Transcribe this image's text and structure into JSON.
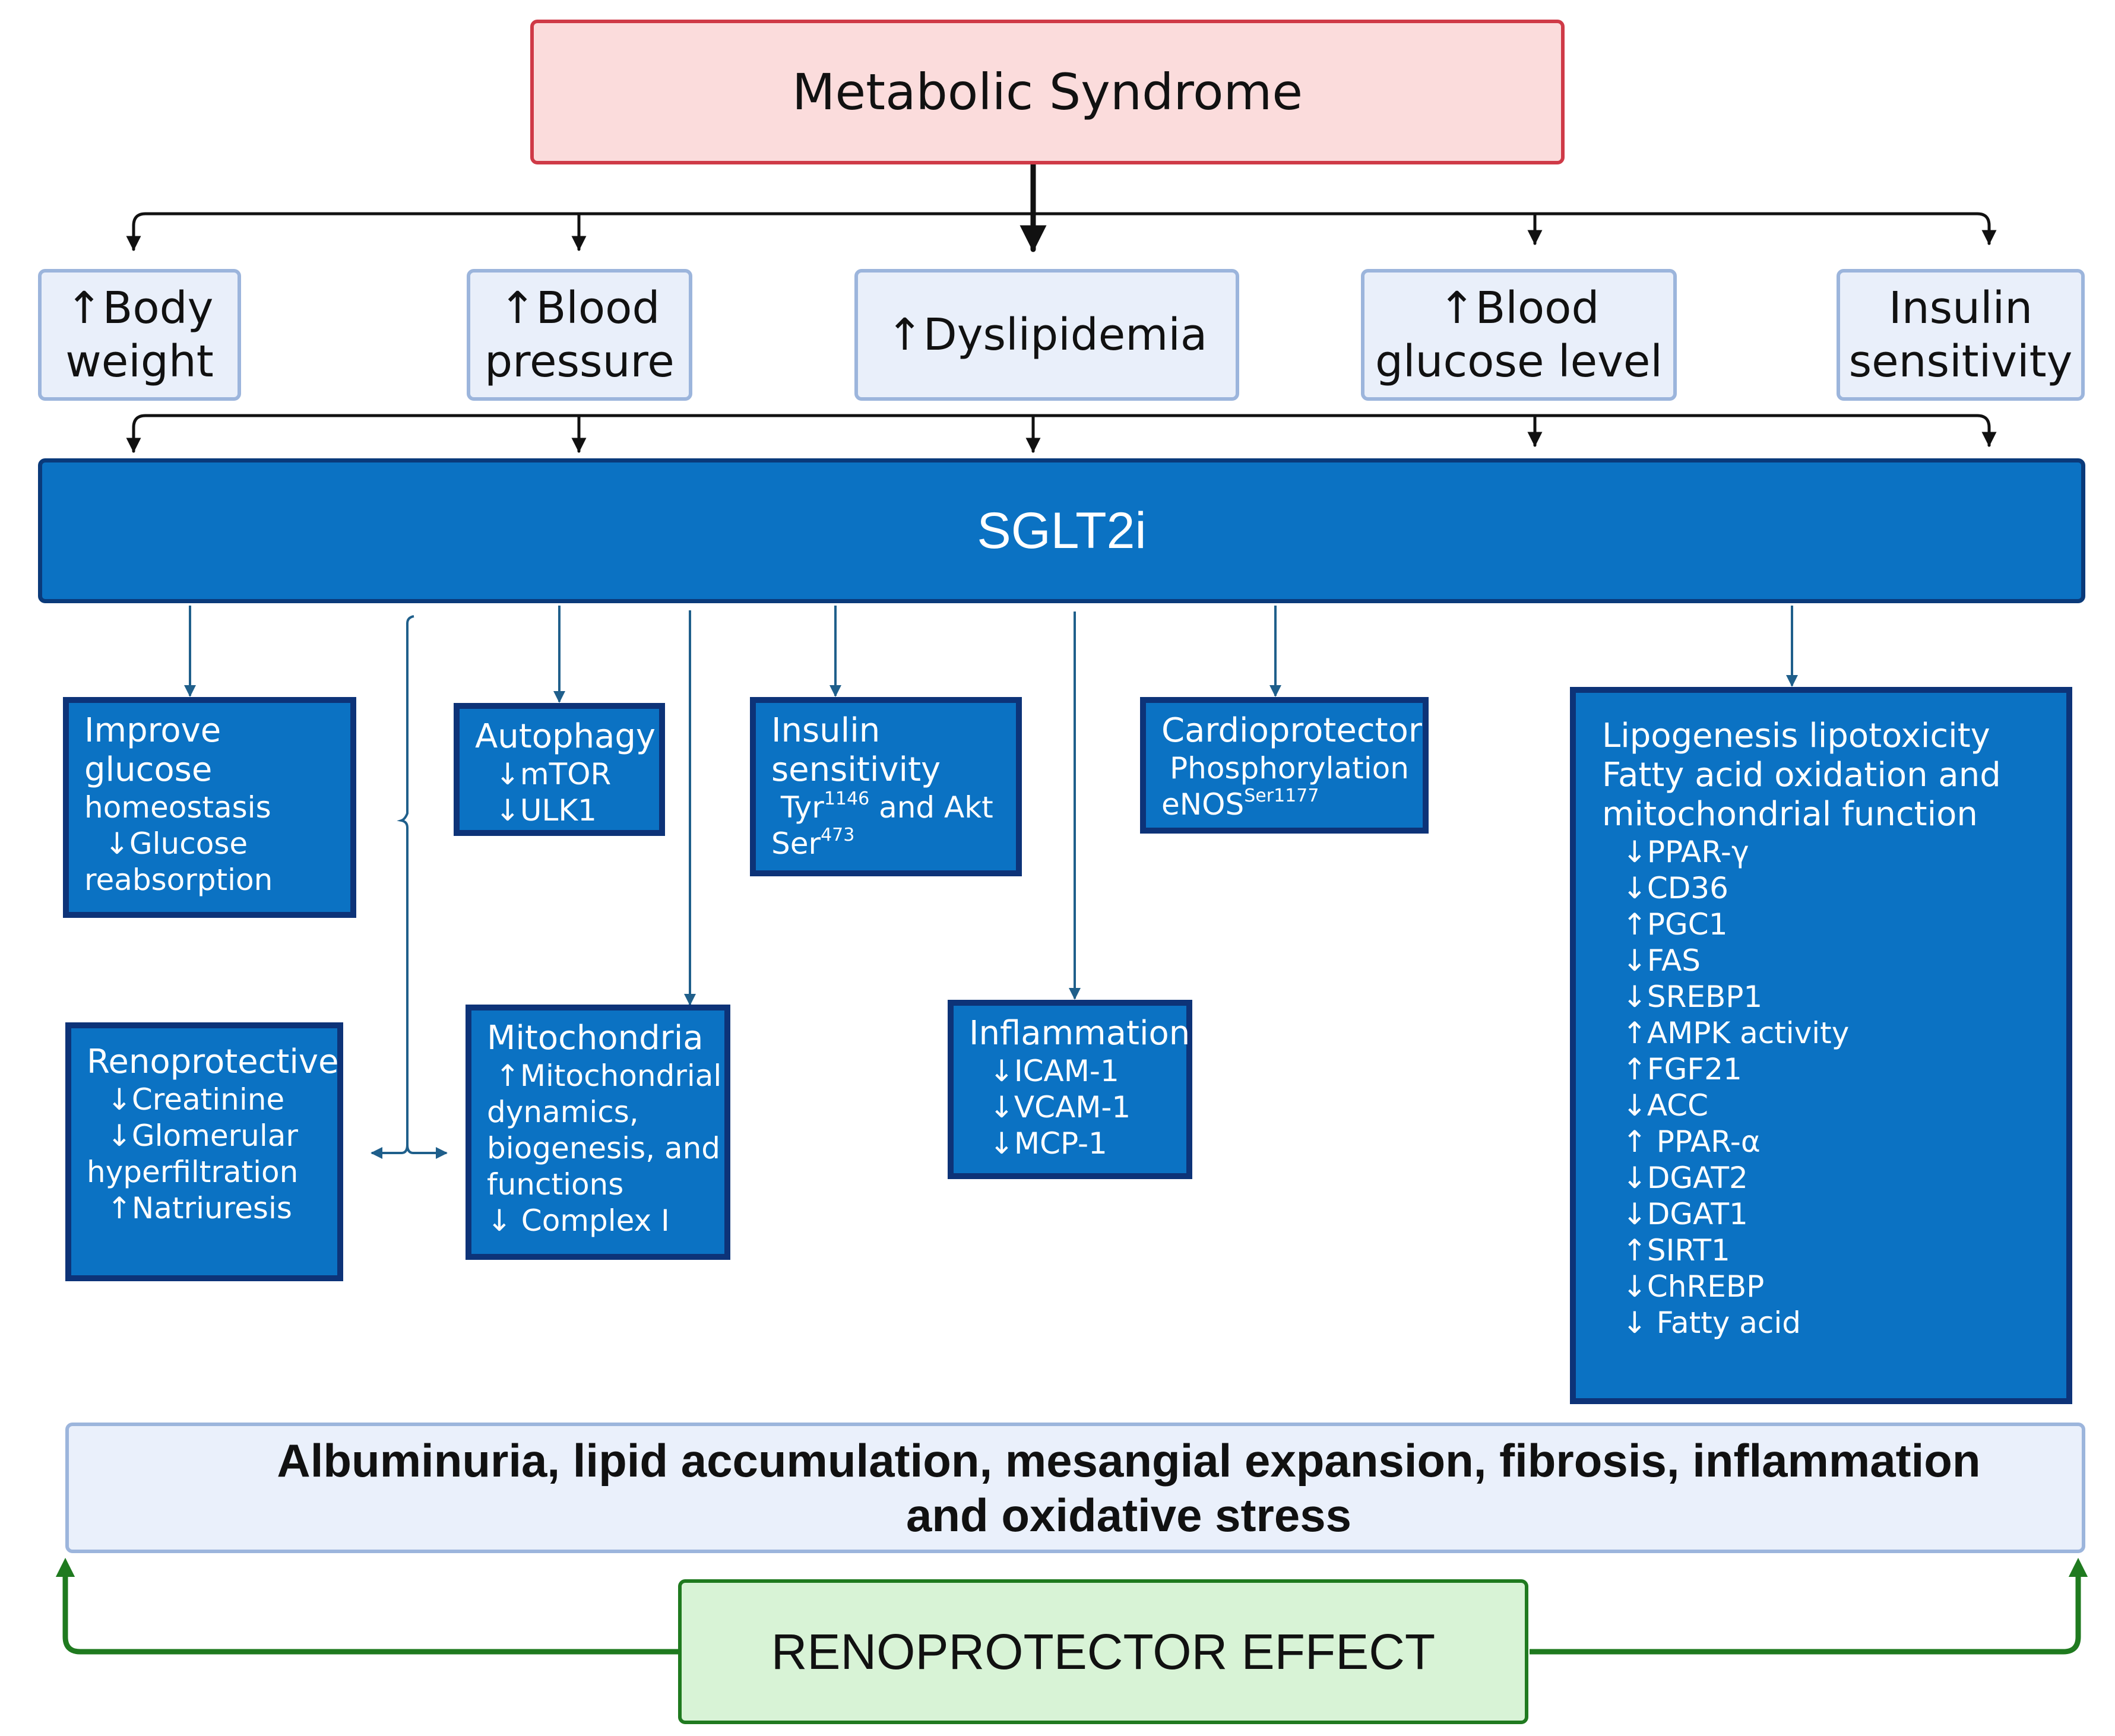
{
  "header": {
    "title": "Metabolic Syndrome"
  },
  "factors": [
    {
      "lines": [
        "↑Body",
        "weight"
      ]
    },
    {
      "lines": [
        "↑Blood",
        "pressure"
      ]
    },
    {
      "lines": [
        "↑Dyslipidemia"
      ]
    },
    {
      "lines": [
        "↑Blood",
        "glucose level"
      ]
    },
    {
      "lines": [
        "Insulin",
        "sensitivity"
      ]
    }
  ],
  "drug": {
    "label": "SGLT2i"
  },
  "mechanisms": {
    "glucose": {
      "title_1": "Improve",
      "title_2": "glucose",
      "items": [
        "homeostasis",
        "↓Glucose",
        "reabsorption"
      ]
    },
    "autophagy": {
      "title": "Autophagy",
      "items": [
        "↓mTOR",
        "↓ULK1"
      ]
    },
    "insulin": {
      "title_1": "Insulin",
      "title_2": "sensitivity",
      "line_a_pre": "Tyr",
      "line_a_sup": "1146",
      "line_a_post": " and Akt",
      "line_b_pre": "Ser",
      "line_b_sup": "473"
    },
    "cardio": {
      "title": "Cardioprotector",
      "line_1": "Phosphorylation",
      "line_2_pre": "eNOS",
      "line_2_sup": "Ser1177"
    },
    "lipid": {
      "title_lines": [
        "Lipogenesis  lipotoxicity",
        "Fatty acid oxidation and",
        "mitochondrial function"
      ],
      "items": [
        "↓PPAR-γ",
        "↓CD36",
        "↑PGC1",
        "↓FAS",
        "↓SREBP1",
        "↑AMPK activity",
        "↑FGF21",
        "↓ACC",
        "↑ PPAR-α",
        "↓DGAT2",
        "↓DGAT1",
        "↑SIRT1",
        "↓ChREBP",
        "↓ Fatty acid"
      ]
    },
    "renal": {
      "title": "Renoprotective",
      "items": [
        "↓Creatinine",
        "↓Glomerular",
        "hyperfiltration",
        "↑Natriuresis"
      ]
    },
    "mito": {
      "title": "Mitochondria",
      "items": [
        "↑Mitochondrial",
        "dynamics,",
        "biogenesis, and",
        "functions",
        "↓ Complex I"
      ]
    },
    "inflammation": {
      "title": "Inflammation",
      "items": [
        "↓ICAM-1",
        "↓VCAM-1",
        "↓MCP-1"
      ]
    }
  },
  "outcome": {
    "line_1": "Albuminuria, lipid accumulation, mesangial expansion, fibrosis, inflammation",
    "line_2": "and oxidative stress"
  },
  "effect": {
    "label": "RENOPROTECTOR EFFECT"
  },
  "colors": {
    "box_fill": "#0b72c3",
    "box_border": "#0d3378",
    "connector": "#1f5f8b",
    "green_arrow": "#1f7a1f",
    "red_arrow": "#e0251b"
  }
}
